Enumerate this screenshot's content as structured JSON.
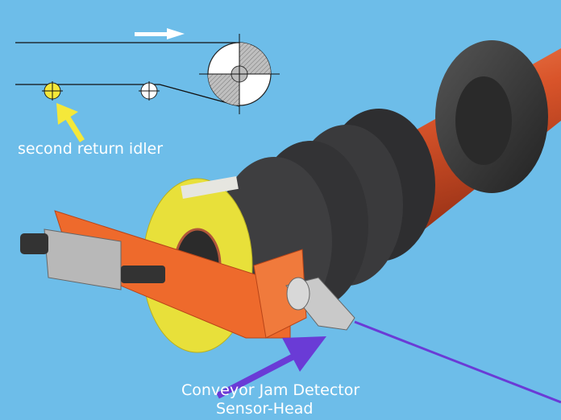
{
  "labels": {
    "idler": "second return idler",
    "detector_line1": "Conveyor Jam Detector",
    "detector_line2": "Sensor-Head"
  },
  "colors": {
    "background": "#6dbde9",
    "idler_highlight": "#f5e83a",
    "shaft": "#d9542a",
    "roller": "#3a3a3c",
    "disk": "#e8e03a",
    "bracket": "#ee6a2c",
    "laser": "#6a3bd6"
  }
}
